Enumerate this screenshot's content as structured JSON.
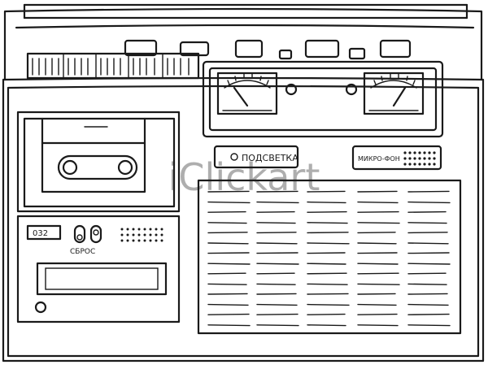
{
  "labels": {
    "backlight": "ПОДСВЕТКА",
    "microphone": "МИКРО-ФОН",
    "reset": "СБРОС",
    "counter": "032"
  },
  "watermark": "iClickart",
  "icons": {
    "left_vu": "vu-meter-icon",
    "right_vu": "vu-meter-icon",
    "cassette": "cassette-icon"
  }
}
